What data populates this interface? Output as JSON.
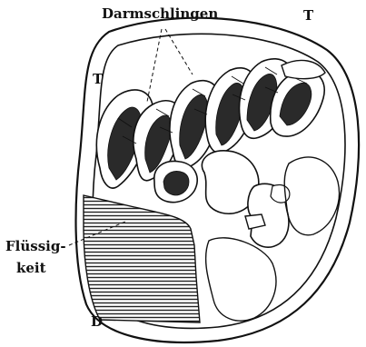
{
  "labels": {
    "darmschlingen": "Darmschlingen",
    "t_top_right": "T",
    "t_left": "T",
    "fluessig_line1": "Flüssig-",
    "fluessig_line2": "keit",
    "d_bottom": "D"
  }
}
